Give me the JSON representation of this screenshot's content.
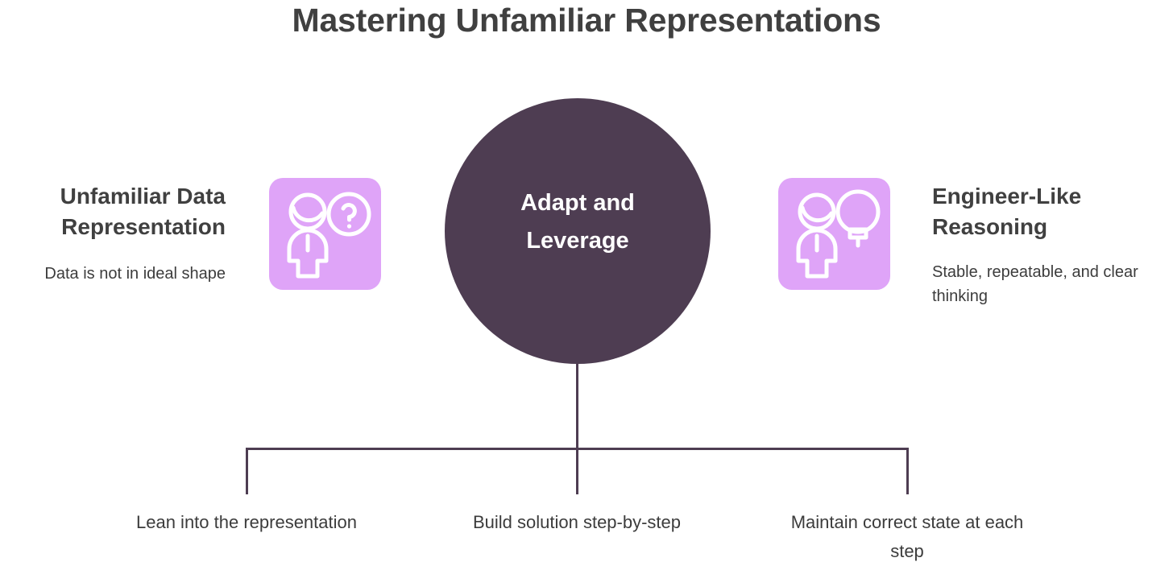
{
  "title": "Mastering Unfamiliar Representations",
  "colors": {
    "title_text": "#404040",
    "body_text": "#3c3c3c",
    "circle_fill": "#4e3d52",
    "icon_tile_fill": "#dfa4f8",
    "icon_stroke": "#ffffff",
    "connector": "#4e3d52",
    "background": "#ffffff"
  },
  "center": {
    "label_line1": "Adapt and",
    "label_line2": "Leverage"
  },
  "left": {
    "heading": "Unfamiliar Data Representation",
    "subtitle": "Data is not in ideal shape",
    "icon": "person-with-question-icon"
  },
  "right": {
    "heading": "Engineer-Like Reasoning",
    "subtitle": "Stable, repeatable, and clear thinking",
    "icon": "person-with-lightbulb-icon"
  },
  "bottom_items": [
    {
      "label": "Lean into the representation"
    },
    {
      "label": "Build solution step-by-step"
    },
    {
      "label": "Maintain correct state at each step"
    }
  ]
}
